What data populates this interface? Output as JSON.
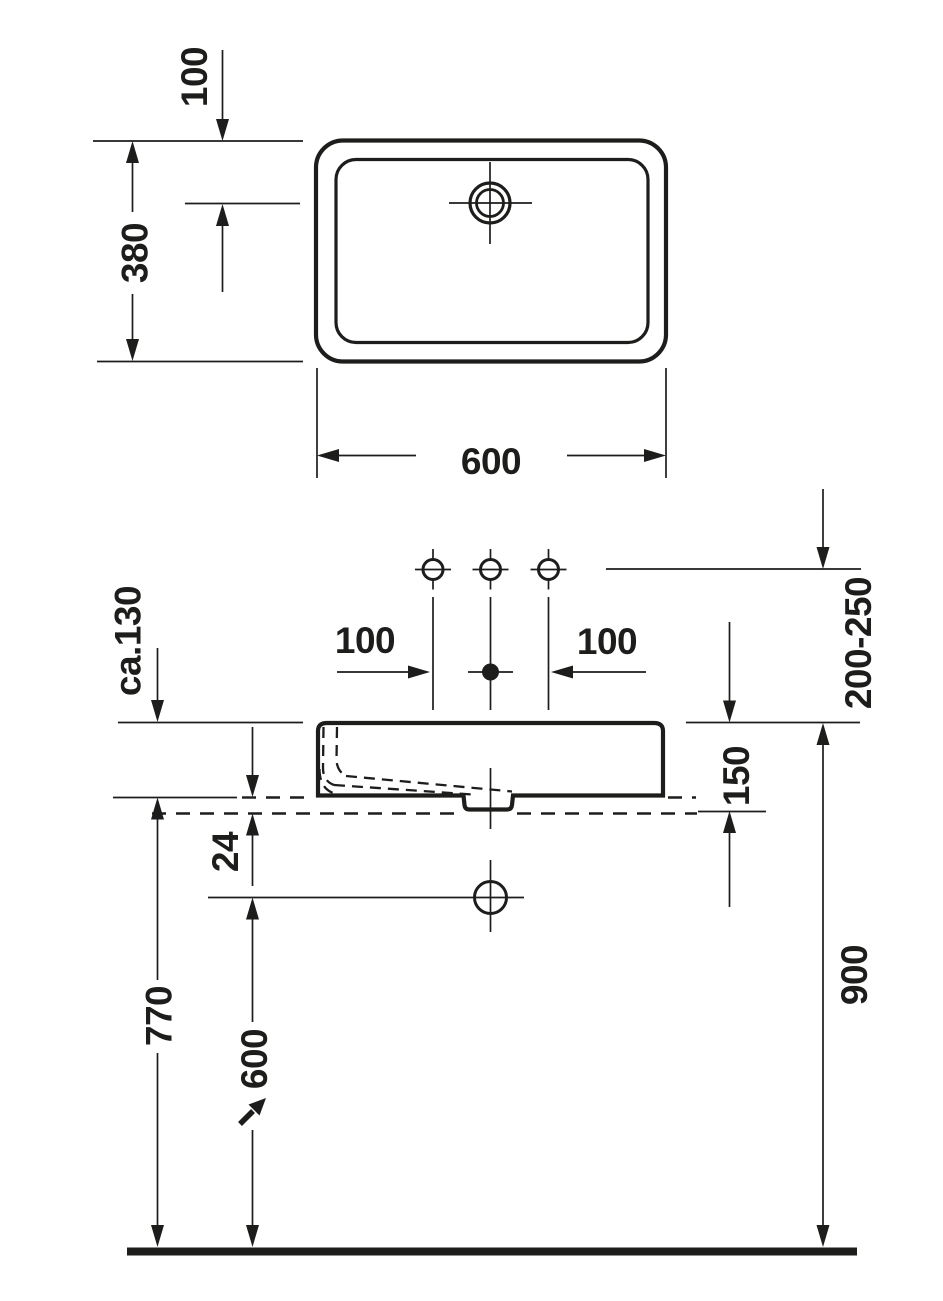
{
  "drawing": {
    "background": "#ffffff",
    "line_color": "#1d1d1b",
    "top_view": {
      "dims": {
        "faucet_setback": "100",
        "depth": "380",
        "width": "600"
      }
    },
    "front_view": {
      "dims": {
        "hole_spacing_left": "100",
        "hole_spacing_right": "100",
        "faucet_height_range": "200-250",
        "rim_above_counter": "ca.130",
        "basin_height": "150",
        "recess_depth": "24",
        "counter_height": "770",
        "drain_height": "600",
        "rim_height": "900"
      }
    }
  }
}
